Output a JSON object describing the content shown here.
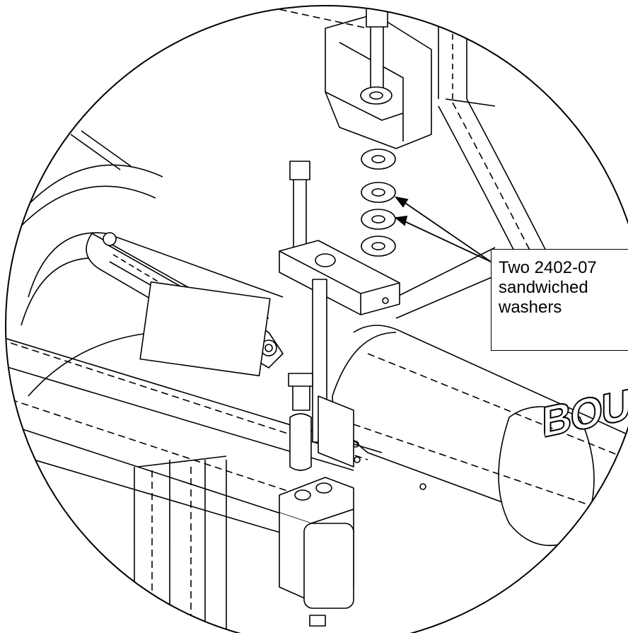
{
  "callout": {
    "line1": "Two 2402-07",
    "line2": "sandwiched",
    "line3": "washers"
  },
  "logo_text": "BOUR",
  "colors": {
    "line": "#000000",
    "background": "#ffffff"
  }
}
